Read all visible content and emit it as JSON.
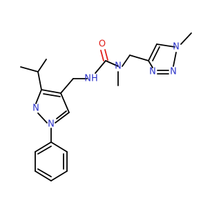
{
  "atom_labels": {
    "O": "O",
    "NH": "NH",
    "N_urea": "N",
    "N_tz1": "N",
    "N_tz2": "N",
    "N_tz3": "N",
    "N_pz1": "N",
    "N_pz2": "N"
  },
  "colors": {
    "carbon_bond": "#000000",
    "nitrogen": "#2a32c8",
    "oxygen": "#e0201b",
    "background": "#ffffff"
  }
}
